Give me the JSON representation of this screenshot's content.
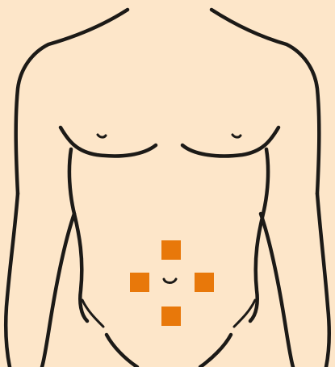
{
  "illustration": {
    "background_color": "#fde6c9",
    "line_color": "#1c1a17",
    "marker_color": "#e8780a",
    "markers": [
      {
        "name": "injection-site-above-navel",
        "position": "above"
      },
      {
        "name": "injection-site-left-of-navel",
        "position": "left"
      },
      {
        "name": "injection-site-right-of-navel",
        "position": "right"
      },
      {
        "name": "injection-site-below-navel",
        "position": "below"
      }
    ]
  }
}
